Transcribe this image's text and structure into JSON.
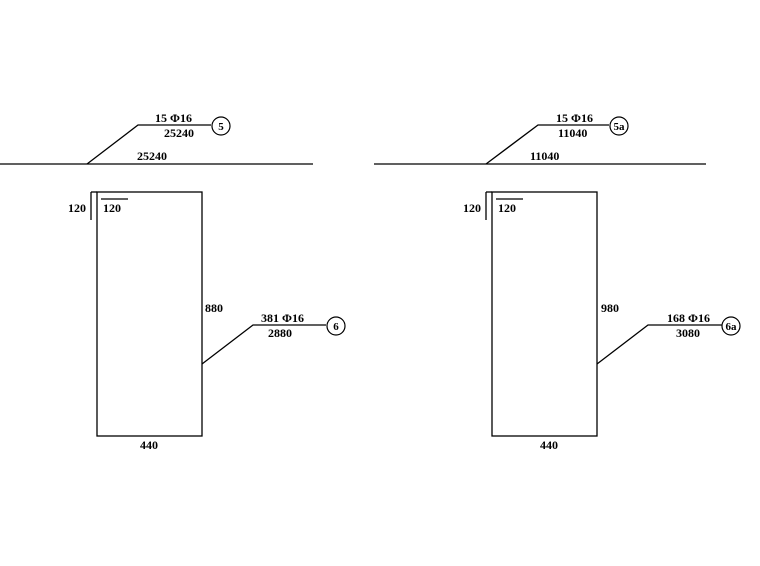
{
  "left": {
    "bar5": {
      "count": "15",
      "diameter": "16",
      "length": "25240",
      "mark": "5",
      "dimension": "25240"
    },
    "bar6": {
      "count": "381",
      "diameter": "16",
      "length": "2880",
      "mark": "6"
    },
    "stirrup": {
      "hook_outer": "120",
      "hook_inner": "120",
      "height": "880",
      "width": "440"
    }
  },
  "right": {
    "bar5a": {
      "count": "15",
      "diameter": "16",
      "length": "11040",
      "mark": "5a",
      "dimension": "11040"
    },
    "bar6a": {
      "count": "168",
      "diameter": "16",
      "length": "3080",
      "mark": "6a"
    },
    "stirrup": {
      "hook_outer": "120",
      "hook_inner": "120",
      "height": "980",
      "width": "440"
    }
  },
  "symbols": {
    "rebar": "Φ"
  }
}
